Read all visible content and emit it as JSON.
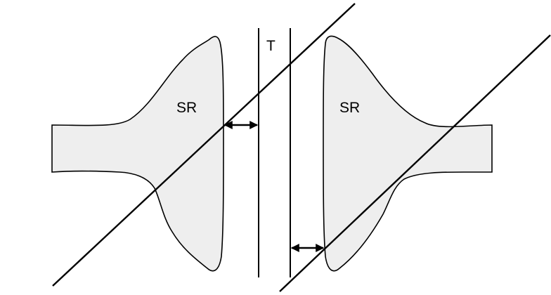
{
  "labels": {
    "left_region": "SR",
    "right_region": "SR",
    "center_region": "T"
  },
  "colors": {
    "region_fill": "#eeeeee",
    "stroke": "#000000",
    "background": "#ffffff"
  },
  "icons": {
    "arrow": "double-headed-arrow"
  }
}
